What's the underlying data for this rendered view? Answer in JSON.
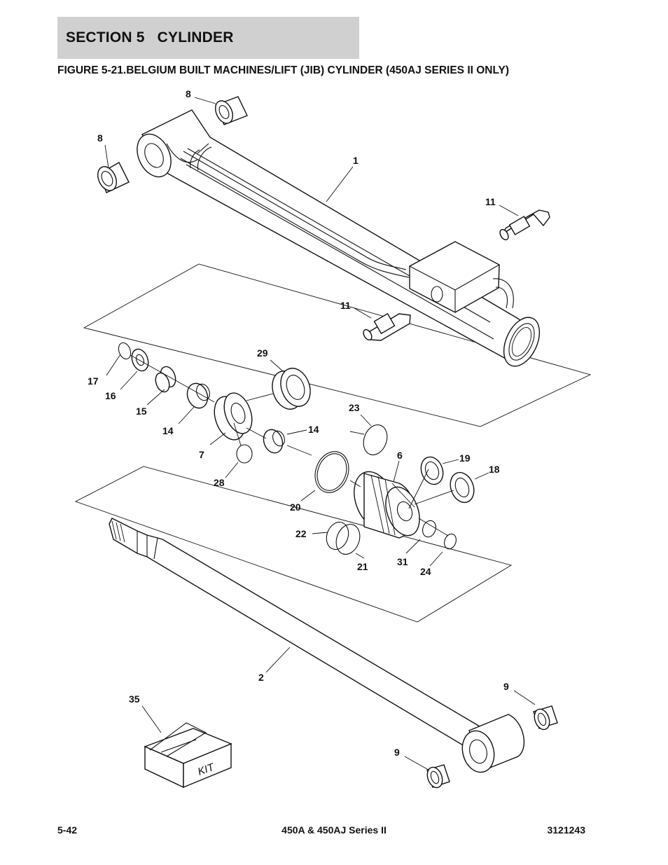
{
  "header": {
    "section_number": "SECTION 5",
    "section_title": "CYLINDER"
  },
  "figure": {
    "title": "FIGURE 5-21.BELGIUM BUILT MACHINES/LIFT (JIB) CYLINDER (450AJ SERIES II ONLY)"
  },
  "callouts": {
    "c1": "1",
    "c2": "2",
    "c6": "6",
    "c7": "7",
    "c8a": "8",
    "c8b": "8",
    "c9a": "9",
    "c9b": "9",
    "c11a": "11",
    "c11b": "11",
    "c14a": "14",
    "c14b": "14",
    "c15": "15",
    "c16": "16",
    "c17": "17",
    "c18": "18",
    "c19": "19",
    "c20": "20",
    "c21": "21",
    "c22": "22",
    "c23": "23",
    "c24": "24",
    "c28": "28",
    "c29": "29",
    "c31": "31",
    "c35": "35"
  },
  "kit_label": "KIT",
  "footer": {
    "page": "5-42",
    "model": "450A & 450AJ Series II",
    "doc_number": "3121243"
  }
}
